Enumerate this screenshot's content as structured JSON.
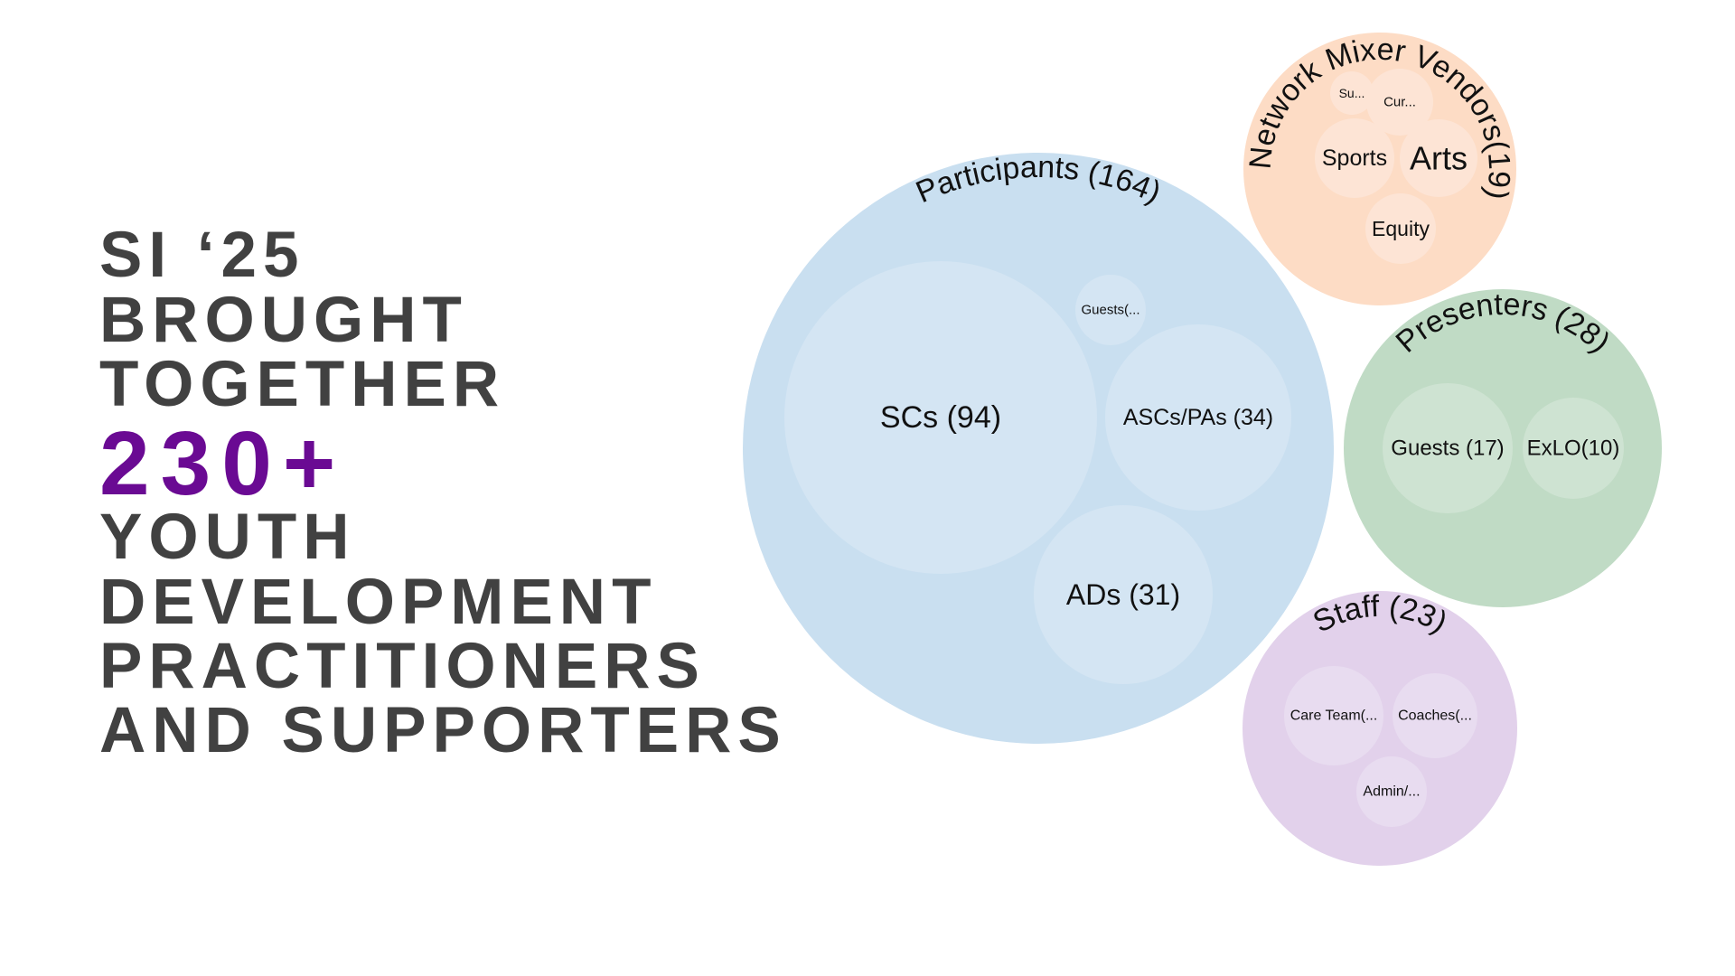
{
  "headline": {
    "lines": [
      "SI ‘25",
      "BROUGHT",
      "TOGETHER"
    ],
    "number": "230+",
    "lines_after": [
      "YOUTH",
      "DEVELOPMENT",
      "PRACTITIONERS",
      "AND SUPPORTERS"
    ],
    "text_color": "#414141",
    "accent_color": "#6a0a93"
  },
  "chart_data": {
    "type": "circle-packing",
    "groups": [
      {
        "label": "Participants (164)",
        "name": "Participants",
        "value": 164,
        "color": "#c9dff0",
        "children": [
          {
            "label": "SCs (94)",
            "value": 94
          },
          {
            "label": "Guests(...",
            "value": null
          },
          {
            "label": "ASCs/PAs (34)",
            "value": 34
          },
          {
            "label": "ADs (31)",
            "value": 31
          }
        ]
      },
      {
        "label": "Network Mixer Vendors(19)",
        "name": "Network Mixer Vendors",
        "value": 19,
        "color": "#fddcc5",
        "children": [
          {
            "label": "Su..."
          },
          {
            "label": "Cur..."
          },
          {
            "label": "Sports"
          },
          {
            "label": "Arts"
          },
          {
            "label": "Equity"
          }
        ]
      },
      {
        "label": "Presenters (28)",
        "name": "Presenters",
        "value": 28,
        "color": "#c0dbc5",
        "children": [
          {
            "label": "Guests (17)",
            "value": 17
          },
          {
            "label": "ExLO(10)",
            "value": 10
          }
        ]
      },
      {
        "label": "Staff (23)",
        "name": "Staff",
        "value": 23,
        "color": "#e2d1eb",
        "children": [
          {
            "label": "Care Team(..."
          },
          {
            "label": "Coaches(..."
          },
          {
            "label": "Admin/..."
          }
        ]
      }
    ]
  }
}
